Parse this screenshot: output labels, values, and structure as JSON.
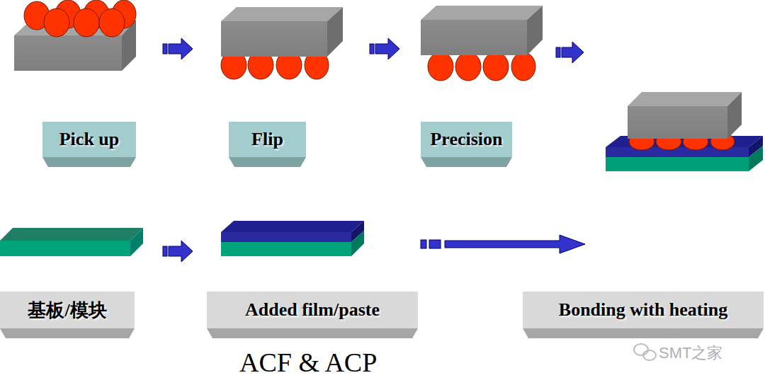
{
  "diagram": {
    "nodes": [
      {
        "text": [
          "Pick up"
        ]
      },
      {
        "text": [
          "Flip"
        ]
      },
      {
        "text": [
          "Precision"
        ]
      },
      {
        "text": [
          "基板/模块"
        ]
      },
      {
        "text": [
          "Added film/paste"
        ]
      },
      {
        "text": [
          "Bonding with heating"
        ]
      }
    ],
    "labels": [
      "ACF & ACP",
      "SMT之家"
    ]
  }
}
